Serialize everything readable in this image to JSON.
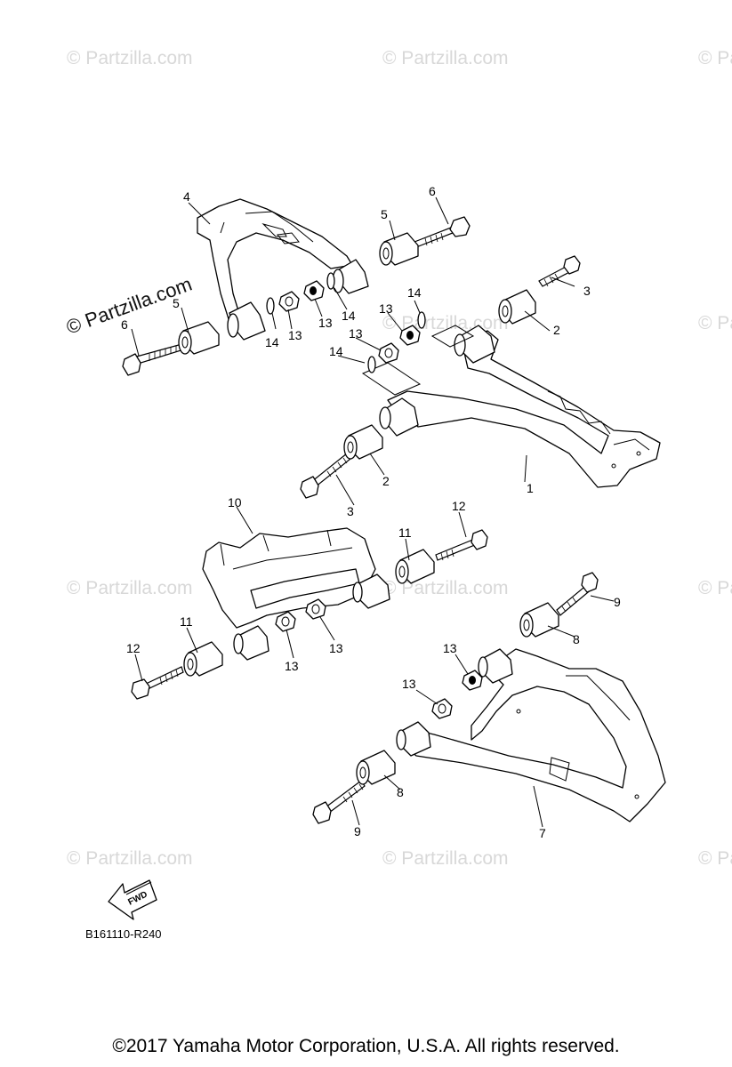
{
  "watermark": {
    "text": "© Partzilla.com",
    "featured_text": "© Partzilla.com"
  },
  "callouts": {
    "c1": "1",
    "c2a": "2",
    "c2b": "2",
    "c3a": "3",
    "c3b": "3",
    "c4": "4",
    "c5a": "5",
    "c5b": "5",
    "c6a": "6",
    "c6b": "6",
    "c7": "7",
    "c8a": "8",
    "c8b": "8",
    "c9a": "9",
    "c9b": "9",
    "c10": "10",
    "c11a": "11",
    "c11b": "11",
    "c12a": "12",
    "c12b": "12",
    "c13a": "13",
    "c13b": "13",
    "c13c": "13",
    "c13d": "13",
    "c13e": "13",
    "c13f": "13",
    "c13g": "13",
    "c13h": "13",
    "c14a": "14",
    "c14b": "14",
    "c14c": "14",
    "c14d": "14"
  },
  "fwd_arrow": {
    "label": "FWD"
  },
  "diagram_code": "B161110-R240",
  "copyright": "©2017  Yamaha Motor Corporation, U.S.A. All rights reserved."
}
